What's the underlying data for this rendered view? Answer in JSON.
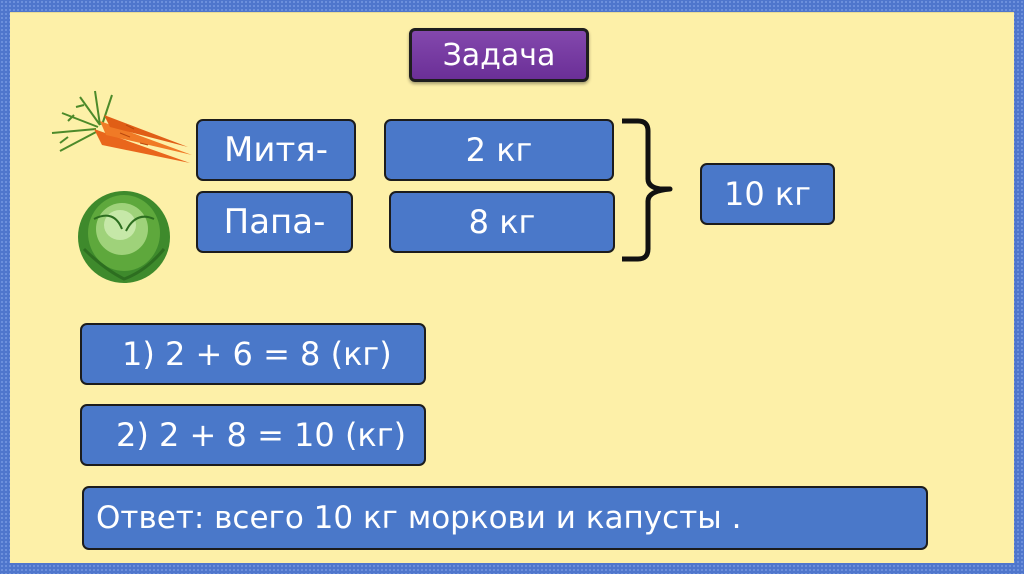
{
  "title": "Задача",
  "icons": {
    "carrot": "carrot-icon",
    "cabbage": "cabbage-icon"
  },
  "rows": [
    {
      "name": "Митя-",
      "amount": "2 кг"
    },
    {
      "name": "Папа-",
      "amount": "8 кг"
    }
  ],
  "total": "10 кг",
  "steps": [
    "1) 2 + 6 = 8 (кг)",
    "2) 2 + 8 = 10 (кг)"
  ],
  "answer": "Ответ: всего 10 кг моркови и капусты .",
  "colors": {
    "box_fill": "#4a78c9",
    "title_fill": "#7a3ea6",
    "slide_bg": "#fdf0a8",
    "frame": "#4f76cc"
  }
}
